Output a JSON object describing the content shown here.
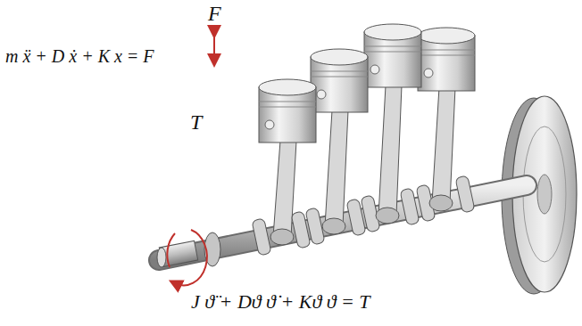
{
  "diagram": {
    "labels": [
      "F",
      "m ẍ + D ẋ + K x = F",
      "T",
      "J ϑ̈ + Dϑ ϑ̇ + Kϑ ϑ = T"
    ]
  }
}
